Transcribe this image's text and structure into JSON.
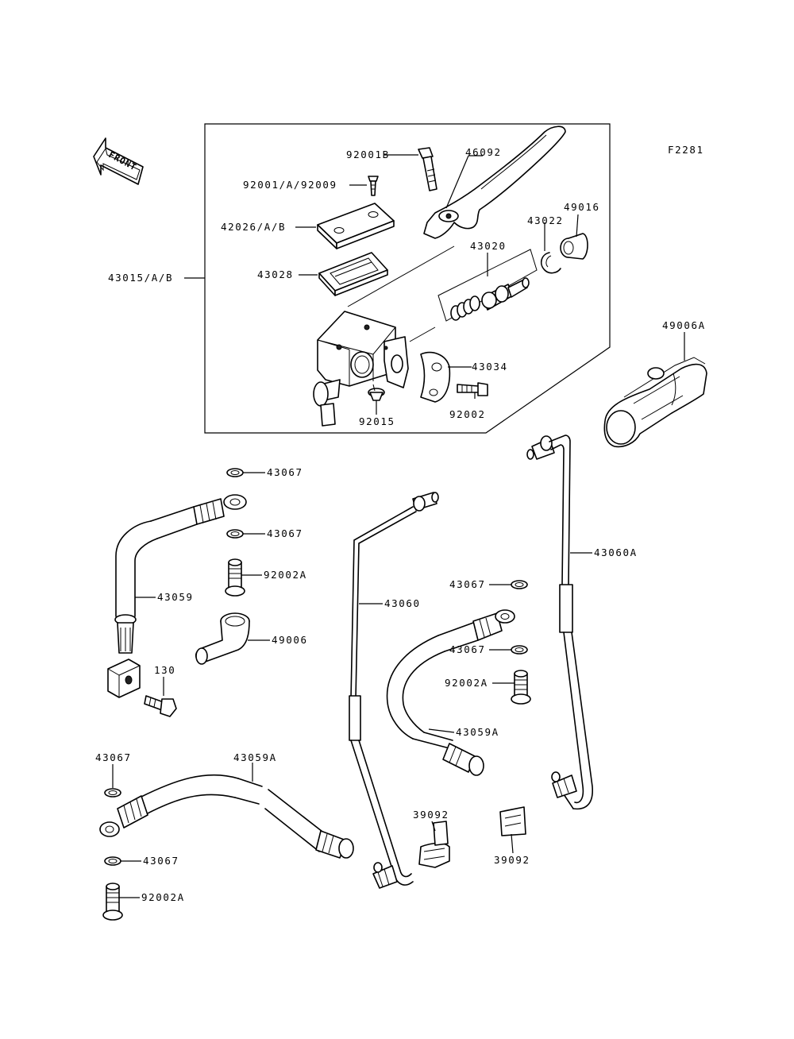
{
  "figure_code": "F2281",
  "front_label": "FRONT",
  "labels": {
    "p92001B": "92001B",
    "p46092": "46092",
    "p92001_A_92009": "92001/A/92009",
    "p42026_A_B": "42026/A/B",
    "p43022": "43022",
    "p49016": "49016",
    "p43020": "43020",
    "p43015_A_B": "43015/A/B",
    "p43028": "43028",
    "p49006A": "49006A",
    "p43034": "43034",
    "p92002": "92002",
    "p92015": "92015",
    "p43067_a": "43067",
    "p43067_b": "43067",
    "p92002A_a": "92002A",
    "p43059": "43059",
    "p49006": "49006",
    "p130": "130",
    "p43060A": "43060A",
    "p43067_c": "43067",
    "p43060": "43060",
    "p43067_d": "43067",
    "p92002A_b": "92002A",
    "p43059A_a": "43059A",
    "p43067_e": "43067",
    "p43059A_b": "43059A",
    "p39092_a": "39092",
    "p39092_b": "39092",
    "p43067_f": "43067",
    "p92002A_c": "92002A"
  }
}
